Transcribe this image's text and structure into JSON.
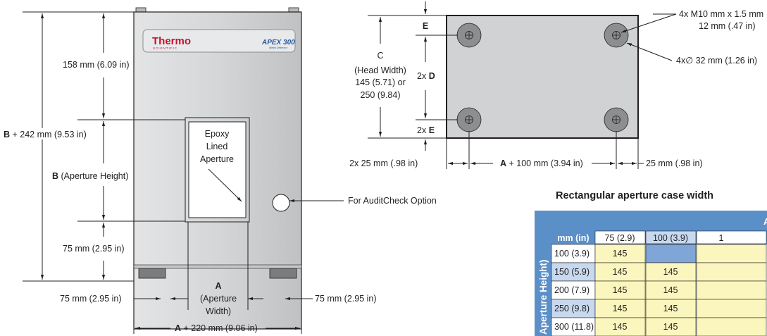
{
  "device": {
    "brand": "Thermo",
    "brand_sub": "SCIENTIFIC",
    "model": "APEX 300",
    "model_sub": "Metal Detector"
  },
  "front_view": {
    "dim_158": "158 mm (6.09 in)",
    "dim_b_total_prefix": "B",
    "dim_b_total_suffix": " + 242 mm (9.53 in)",
    "dim_b_prefix": "B",
    "dim_b_suffix": " (Aperture Height)",
    "dim_75_bottom": "75 mm (2.95 in)",
    "aperture_label_1": "Epoxy",
    "aperture_label_2": "Lined",
    "aperture_label_3": "Aperture",
    "auditcheck": "For AuditCheck Option",
    "dim_75_left": "75 mm (2.95 in)",
    "dim_75_right": "75 mm (2.95 in)",
    "dim_a_prefix": "A",
    "dim_a_1": "(Aperture",
    "dim_a_2": "Width)",
    "dim_a_total_prefix": "A",
    "dim_a_total_suffix": " + 220 mm (9.06 in)"
  },
  "base_view": {
    "e_top": "E",
    "c_1": "C",
    "c_2": "(Head Width)",
    "c_3": "145 (5.71) or",
    "c_4": "250 (9.84)",
    "d_prefix": "2x ",
    "d": "D",
    "e_bottom_prefix": "2x ",
    "e_bottom": "E",
    "bolt_1": "4x M10 mm x 1.5 mm",
    "bolt_2": "12 mm (.47 in)",
    "hole": "4x∅ 32 mm (1.26 in)",
    "dim_25_left": "2x 25 mm (.98 in)",
    "dim_a_prefix": "A",
    "dim_a_suffix": " + 100 mm (3.94 in)",
    "dim_25_right": "25 mm (.98 in)"
  },
  "table": {
    "title": "Rectangular aperture case width",
    "header_top": "A",
    "corner": "mm (in)",
    "side_label": "Aperture Height)",
    "columns": [
      "75 (2.9)",
      "100 (3.9)",
      "1"
    ],
    "rows": [
      {
        "label": "100 (3.9)",
        "values": [
          "145",
          "",
          ""
        ]
      },
      {
        "label": "150 (5.9)",
        "values": [
          "145",
          "145",
          ""
        ]
      },
      {
        "label": "200 (7.9)",
        "values": [
          "145",
          "145",
          ""
        ]
      },
      {
        "label": "250 (9.8)",
        "values": [
          "145",
          "145",
          ""
        ]
      },
      {
        "label": "300 (11.8)",
        "values": [
          "145",
          "145",
          ""
        ]
      }
    ]
  },
  "colors": {
    "header_blue": "#5b8fc7",
    "row_light": "#c8d9ef",
    "row_white": "#ffffff",
    "cell_yellow": "#fbf6bd",
    "cell_empty": "#7fa6d6",
    "body_gray": "#d0d2d4",
    "foot_gray": "#7a7c7e",
    "hole_gray": "#8c8e90"
  }
}
